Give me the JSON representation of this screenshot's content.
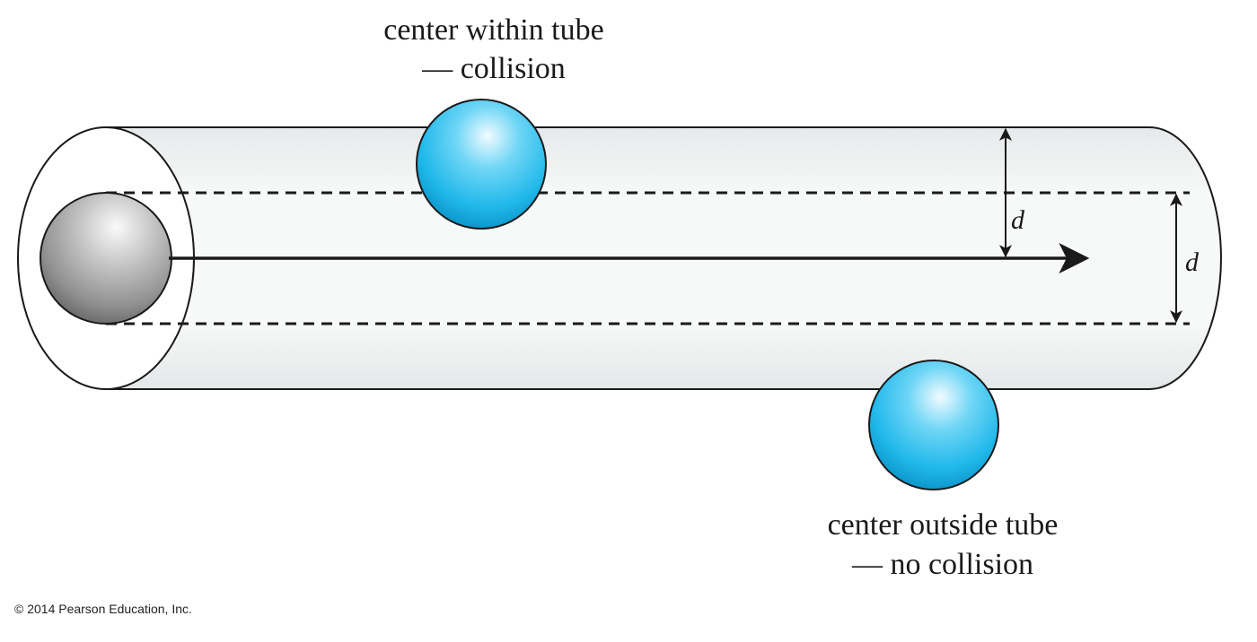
{
  "labels": {
    "top_line1": "center within tube",
    "top_line2": "— collision",
    "bottom_line1": "center outside tube",
    "bottom_line2": "— no collision",
    "dim_inner": "d",
    "dim_outer": "d",
    "copyright": "© 2014 Pearson Education, Inc."
  },
  "colors": {
    "tube_fill": "#f2f4f5",
    "outline": "#1a1a1a",
    "blue_sphere_light": "#e9f9ff",
    "blue_sphere_mid": "#34c3ef",
    "blue_sphere_dark": "#0a8fc4",
    "gray_sphere_light": "#f4f4f4",
    "gray_sphere_dark": "#6f6f6f"
  }
}
